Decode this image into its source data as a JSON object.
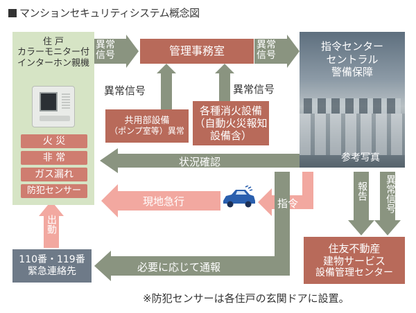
{
  "title": "マンションセキュリティシステム概念図",
  "residence": {
    "heading_line1": "住 戸",
    "heading_line2": "カラーモニター付",
    "heading_line3": "インターホン親機",
    "items": [
      "火 災",
      "非 常",
      "ガス漏れ",
      "防犯センサー"
    ]
  },
  "management_office": "管理事務室",
  "command_center": {
    "line1": "指令センター",
    "line2": "セントラル",
    "line3": "警備保障",
    "photo_caption": "参考写真"
  },
  "common_equipment": {
    "line1": "共用部設備",
    "line2": "（ポンプ室等）異常"
  },
  "fire_equipment": {
    "line1": "各種消火設備",
    "line2": "（自動火災報知",
    "line3": "設備含）"
  },
  "sumitomo": {
    "line1": "住友不動産",
    "line2": "建物サービス",
    "line3": "設備管理センター"
  },
  "emergency_contact": {
    "line1": "110番・119番",
    "line2": "緊急連絡先"
  },
  "arrows": {
    "abnormal_signal_v": "異常\n信号",
    "abnormal_signal": "異常信号",
    "status_check": "状況確認",
    "rush_to_site": "現地急行",
    "command": "指令",
    "report": "報告",
    "dispatch": "出動",
    "as_needed": "必要に応じて通報"
  },
  "note": "※防犯センサーは各住戸の玄関ドアに設置。",
  "colors": {
    "brown_box": "#b86a5a",
    "grey_arrow": "#8a9480",
    "pink_arrow": "#f2a8a0",
    "residence_bg": "#d6e4c5",
    "slate_box": "#6e7a88",
    "car": "#2a5fae"
  }
}
